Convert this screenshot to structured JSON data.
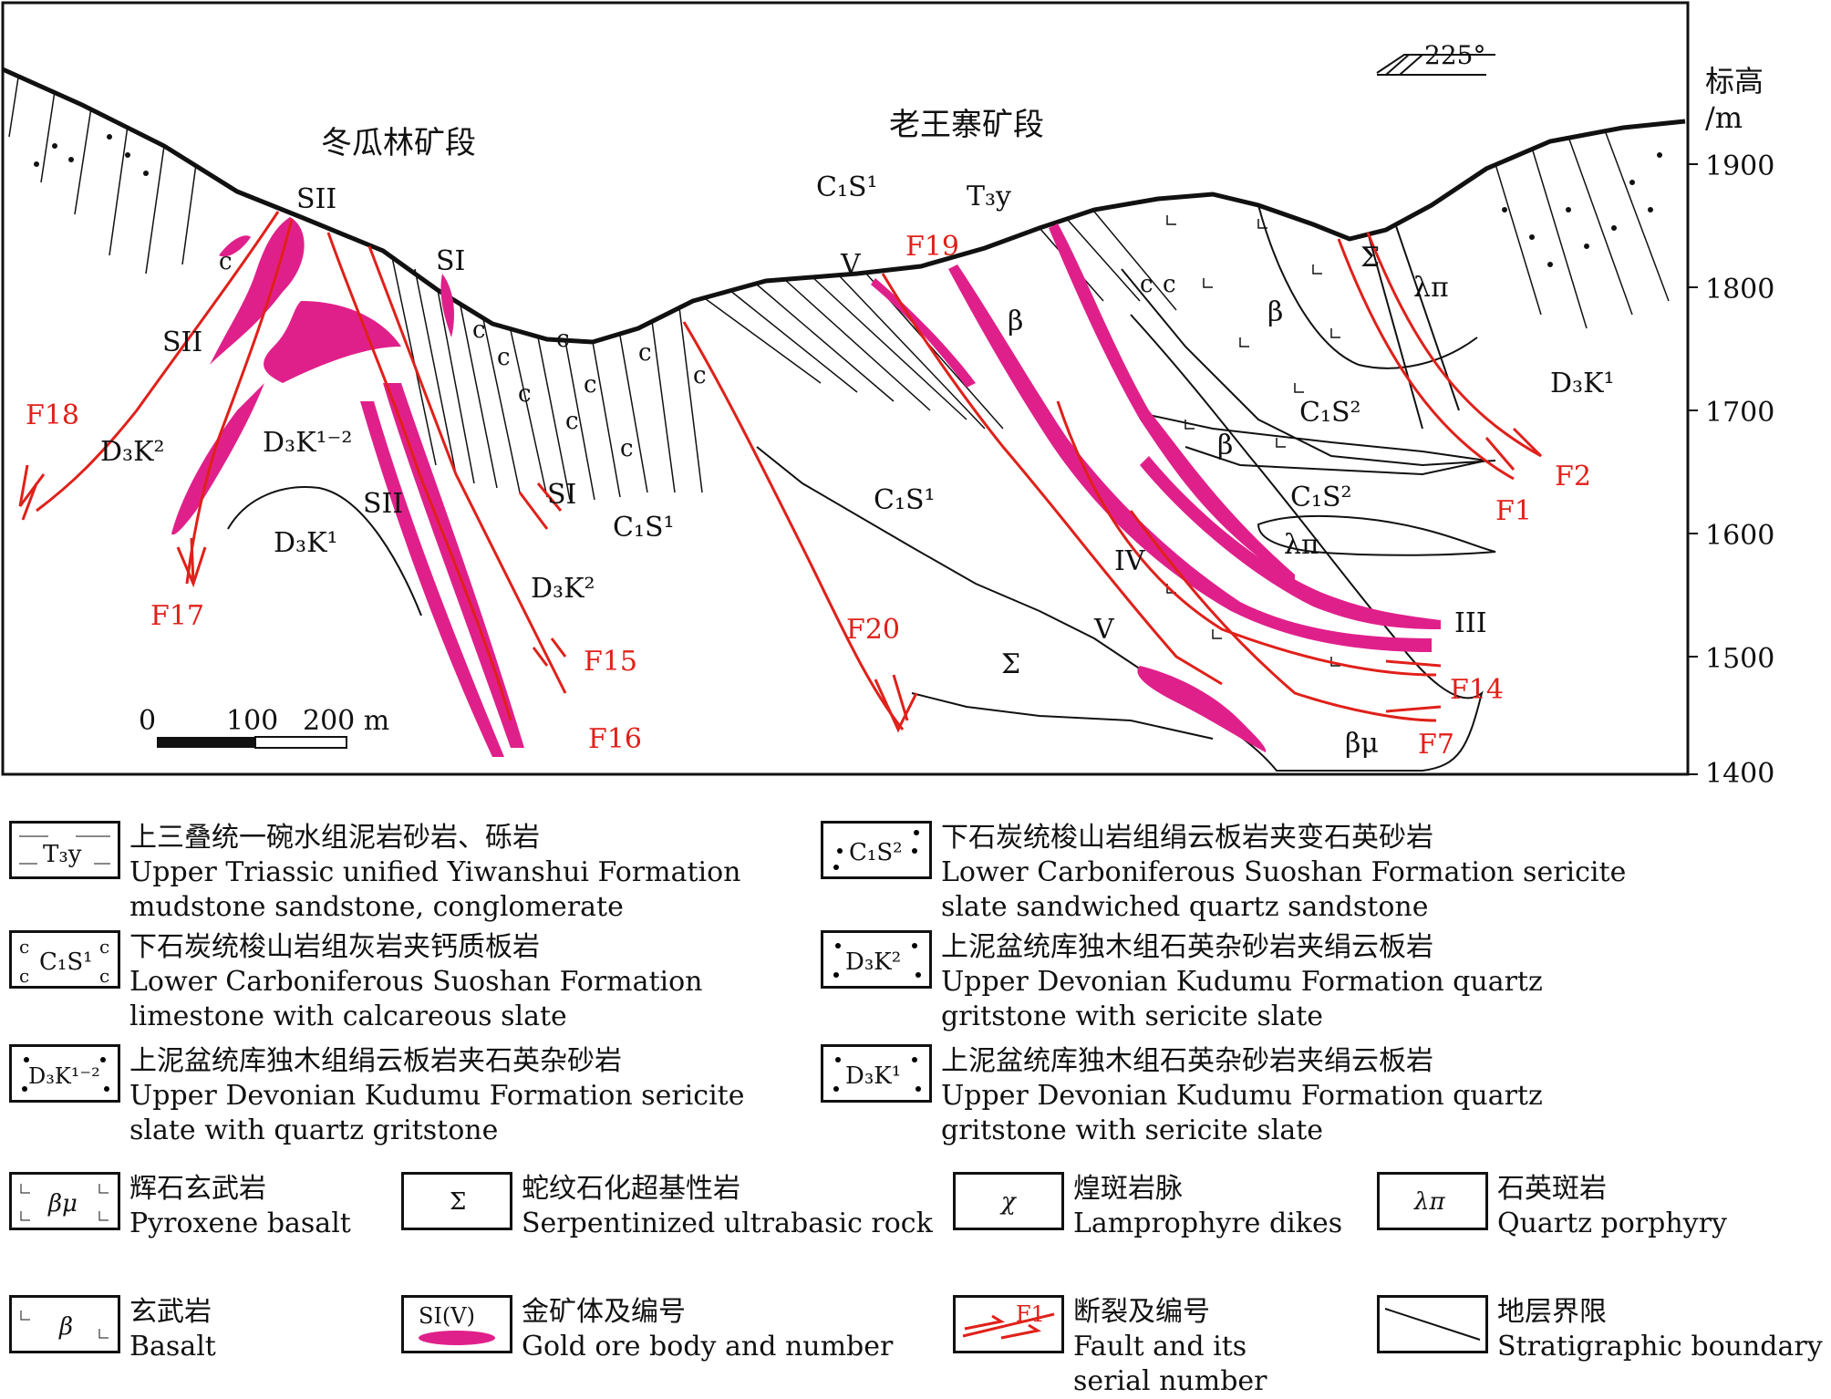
{
  "section": {
    "orientation": "225°",
    "elevation_label": [
      "标高",
      "/m"
    ],
    "elevation_ticks": [
      "1900",
      "1800",
      "1700",
      "1600",
      "1500",
      "1400"
    ],
    "segments": [
      "冬瓜林矿段",
      "老王寨矿段"
    ],
    "strata_labels": [
      "C₁S¹",
      "T₃y",
      "D₃K²",
      "D₃K¹⁻²",
      "D₃K¹",
      "D₃K²",
      "C₁S¹",
      "C₁S¹",
      "C₁S²",
      "C₁S²",
      "D₃K¹",
      "β",
      "β",
      "β",
      "Σ",
      "Σ",
      "λπ",
      "λπ",
      "βμ"
    ],
    "ore_labels": [
      "SII",
      "SI",
      "SII",
      "SII",
      "SI",
      "V",
      "IV",
      "V",
      "III"
    ],
    "faults": [
      "F18",
      "F17",
      "F15",
      "F16",
      "F19",
      "F20",
      "F14",
      "F7",
      "F1",
      "F2"
    ],
    "scale": {
      "zero": "0",
      "mid": "100",
      "end": "200 m"
    }
  },
  "colors": {
    "ore": "#e0208a",
    "fault": "#e0201a",
    "line": "#111111"
  },
  "legend": [
    {
      "symbol": "T₃y",
      "cn": "上三叠统一碗水组泥岩砂岩、砾岩",
      "en": [
        "Upper Triassic unified Yiwanshui Formation",
        "mudstone sandstone, conglomerate"
      ]
    },
    {
      "symbol": "C₁S²",
      "cn": "下石炭统梭山岩组绢云板岩夹变石英砂岩",
      "en": [
        "Lower Carboniferous Suoshan Formation sericite",
        "slate sandwiched quartz sandstone"
      ]
    },
    {
      "symbol": "C₁S¹",
      "cn": "下石炭统梭山岩组灰岩夹钙质板岩",
      "en": [
        "Lower Carboniferous Suoshan Formation",
        "limestone with calcareous slate"
      ]
    },
    {
      "symbol": "D₃K²",
      "cn": "上泥盆统库独木组石英杂砂岩夹绢云板岩",
      "en": [
        "Upper Devonian Kudumu Formation quartz",
        "gritstone with sericite slate"
      ]
    },
    {
      "symbol": "D₃K¹⁻²",
      "cn": "上泥盆统库独木组绢云板岩夹石英杂砂岩",
      "en": [
        "Upper Devonian Kudumu Formation sericite",
        " slate with quartz gritstone"
      ]
    },
    {
      "symbol": "D₃K¹",
      "cn": "上泥盆统库独木组石英杂砂岩夹绢云板岩",
      "en": [
        "Upper Devonian Kudumu Formation quartz",
        "gritstone with sericite slate"
      ]
    },
    {
      "symbol": "βμ",
      "cn": "辉石玄武岩",
      "en": [
        "Pyroxene basalt"
      ]
    },
    {
      "symbol": "Σ",
      "cn": "蛇纹石化超基性岩",
      "en": [
        "Serpentinized ultrabasic rock"
      ]
    },
    {
      "symbol": "χ",
      "cn": "煌斑岩脉",
      "en": [
        "Lamprophyre dikes"
      ]
    },
    {
      "symbol": "λπ",
      "cn": "石英斑岩",
      "en": [
        "Quartz porphyry"
      ]
    },
    {
      "symbol": "β",
      "cn": "玄武岩",
      "en": [
        "Basalt"
      ]
    },
    {
      "symbol": "SI(V)",
      "cn": "金矿体及编号",
      "en": [
        "Gold ore body and number"
      ]
    },
    {
      "symbol": "F1",
      "cn": "断裂及编号",
      "en": [
        "Fault and its",
        "serial number"
      ]
    },
    {
      "symbol": "",
      "cn": "地层界限",
      "en": [
        "Stratigraphic boundary"
      ]
    }
  ]
}
